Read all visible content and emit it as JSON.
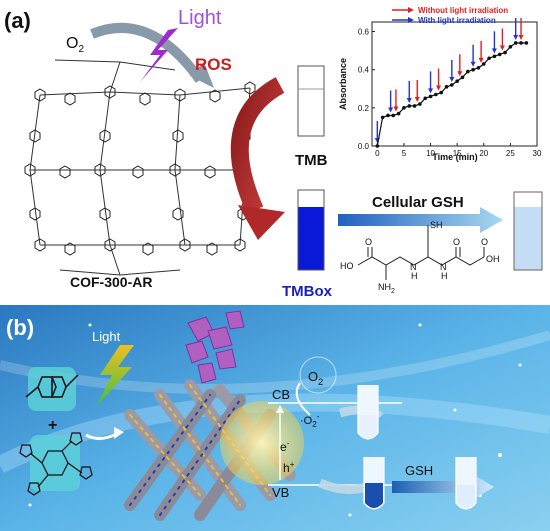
{
  "panel_a": {
    "label": "(a)",
    "o2": "O",
    "o2_sub": "2",
    "light": "Light",
    "ros": "ROS",
    "cof": "COF-300-AR",
    "tmb": "TMB",
    "tmbox": "TMBox",
    "gsh_arrow": "Cellular GSH",
    "sh": "SH",
    "nh2": "NH",
    "nh2_sub": "2",
    "ho": "HO",
    "oh": "OH",
    "n": "N",
    "h": "H",
    "o": "O"
  },
  "panel_b": {
    "label": "(b)",
    "light": "Light",
    "plus": "+",
    "cb": "CB",
    "vb": "VB",
    "eminus": "e",
    "eminus_sup": "-",
    "hplus": "h",
    "hplus_sup": "+",
    "o2": "O",
    "o2_sub": "2",
    "superoxide": "·O",
    "superoxide_sub": "2",
    "superoxide_sup": "-",
    "gsh": "GSH"
  },
  "chart_data": {
    "type": "line",
    "x": [
      0,
      1,
      2,
      3,
      4,
      5,
      6,
      7,
      8,
      9,
      10,
      11,
      12,
      13,
      14,
      15,
      16,
      17,
      18,
      19,
      20,
      21,
      22,
      23,
      24,
      25,
      26,
      27,
      28
    ],
    "y": [
      0.0,
      0.15,
      0.16,
      0.16,
      0.17,
      0.2,
      0.21,
      0.21,
      0.22,
      0.25,
      0.26,
      0.27,
      0.28,
      0.31,
      0.32,
      0.34,
      0.36,
      0.39,
      0.4,
      0.41,
      0.43,
      0.46,
      0.47,
      0.48,
      0.49,
      0.52,
      0.54,
      0.54,
      0.54
    ],
    "xlabel": "Time (min)",
    "ylabel": "Absorbance",
    "xlim": [
      -1,
      30
    ],
    "ylim": [
      0.0,
      0.65
    ],
    "xticks": [
      0,
      5,
      10,
      15,
      20,
      25,
      30
    ],
    "yticks": [
      0.0,
      0.2,
      0.4,
      0.6
    ],
    "ytick_labels": [
      "0.0",
      "0.2",
      "0.4",
      "0.6"
    ],
    "legend": [
      {
        "name": "Without light irradiation",
        "color": "#e02020"
      },
      {
        "name": "With light irradiation",
        "color": "#2036d0"
      }
    ],
    "legend_position": "top",
    "red_arrows_x": [
      3.5,
      7.5,
      11.5,
      15.5,
      19.5,
      23.5,
      27
    ],
    "blue_arrows_x": [
      0,
      2.5,
      6,
      10,
      14,
      18,
      22,
      26
    ],
    "grid": false
  },
  "colors": {
    "tmbox_blue": "#0a18d8",
    "red_arrow": "#b02828",
    "arrow_blue": "#3a8ed8",
    "panel_b_bg": "#3f9bd8"
  }
}
